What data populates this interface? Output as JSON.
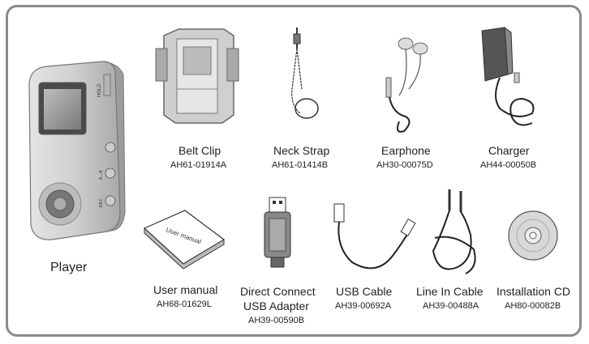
{
  "items": [
    {
      "name": "Player",
      "code": ""
    },
    {
      "name": "Belt Clip",
      "code": "AH61-01914A"
    },
    {
      "name": "Neck Strap",
      "code": "AH61-01414B"
    },
    {
      "name": "Earphone",
      "code": "AH30-00075D"
    },
    {
      "name": "Charger",
      "code": "AH44-00050B"
    },
    {
      "name": "User manual",
      "code": "AH68-01629L"
    },
    {
      "name_line1": "Direct Connect",
      "name_line2": "USB Adapter",
      "code": "AH39-00590B"
    },
    {
      "name": "USB Cable",
      "code": "AH39-00692A"
    },
    {
      "name": "Line In Cable",
      "code": "AH39-00488A"
    },
    {
      "name": "Installation CD",
      "code": "AH80-00082B"
    }
  ],
  "artwork_text": {
    "player_hold": "HOLD",
    "player_ab": "A↔B",
    "player_rec": "REC",
    "manual_cover": "User manual"
  },
  "colors": {
    "frame": "#8a8a8a",
    "device": "#c8c8c8",
    "text": "#222222"
  }
}
